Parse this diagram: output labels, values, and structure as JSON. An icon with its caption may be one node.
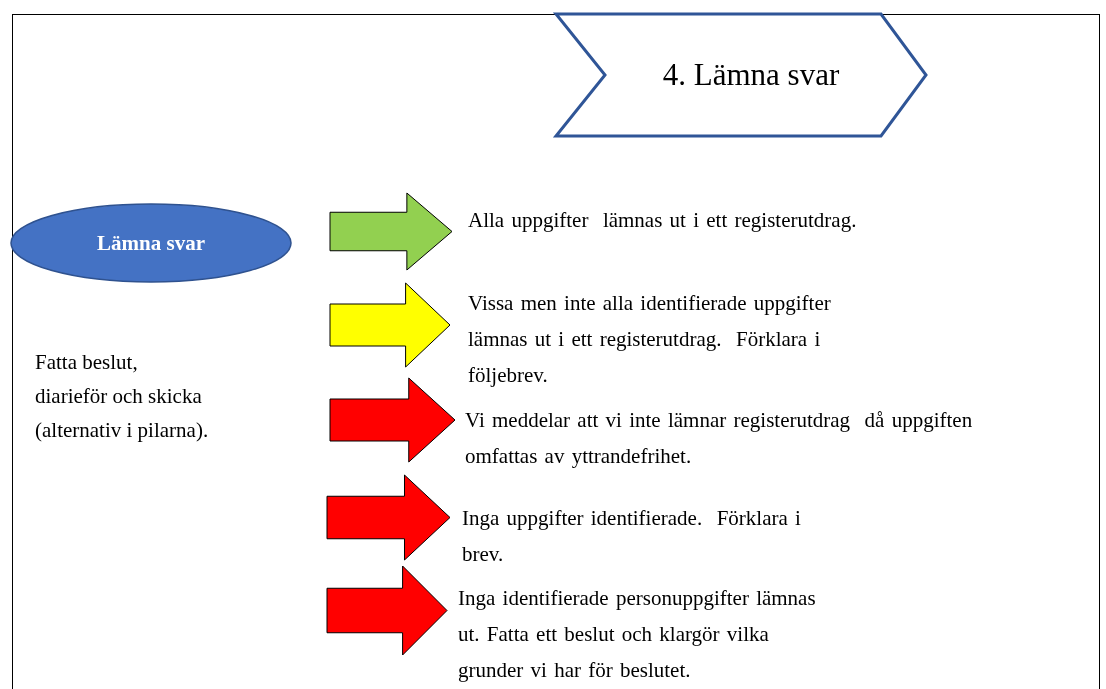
{
  "diagram": {
    "nodes": [
      {
        "text": [
          "4. Lämna svar"
        ]
      },
      {
        "text": [
          "Lämna svar"
        ]
      },
      {
        "text": [
          "Alla uppgifter  lämnas ut i ett registerutdrag."
        ]
      },
      {
        "text": [
          "Vissa men inte alla identifierade uppgifter lämnas ut i ett registerutdrag.  Förklara i följebrev."
        ]
      },
      {
        "text": [
          "Vi meddelar att vi inte lämnar registerutdrag  då uppgiften omfattas av yttrandefrihet."
        ]
      },
      {
        "text": [
          "Inga uppgifter identifierade.  Förklara i brev."
        ]
      },
      {
        "text": [
          "Inga identifierade personuppgifter lämnas ut. Fatta ett beslut och klargör vilka grunder vi har för beslutet."
        ]
      }
    ],
    "edges": [
      {
        "from": null,
        "to": 2,
        "arrow": "to",
        "style": "thick",
        "color": "#92d050"
      },
      {
        "from": null,
        "to": 3,
        "arrow": "to",
        "style": "thick",
        "color": "#ffff00"
      },
      {
        "from": null,
        "to": 4,
        "arrow": "to",
        "style": "thick"
      },
      {
        "from": null,
        "to": 5,
        "arrow": "to",
        "style": "thick"
      },
      {
        "from": null,
        "to": 6,
        "arrow": "to",
        "style": "thick"
      }
    ],
    "labels": [
      "Fatta beslut, diarieför och skicka (alternativ i pilarna)."
    ]
  }
}
